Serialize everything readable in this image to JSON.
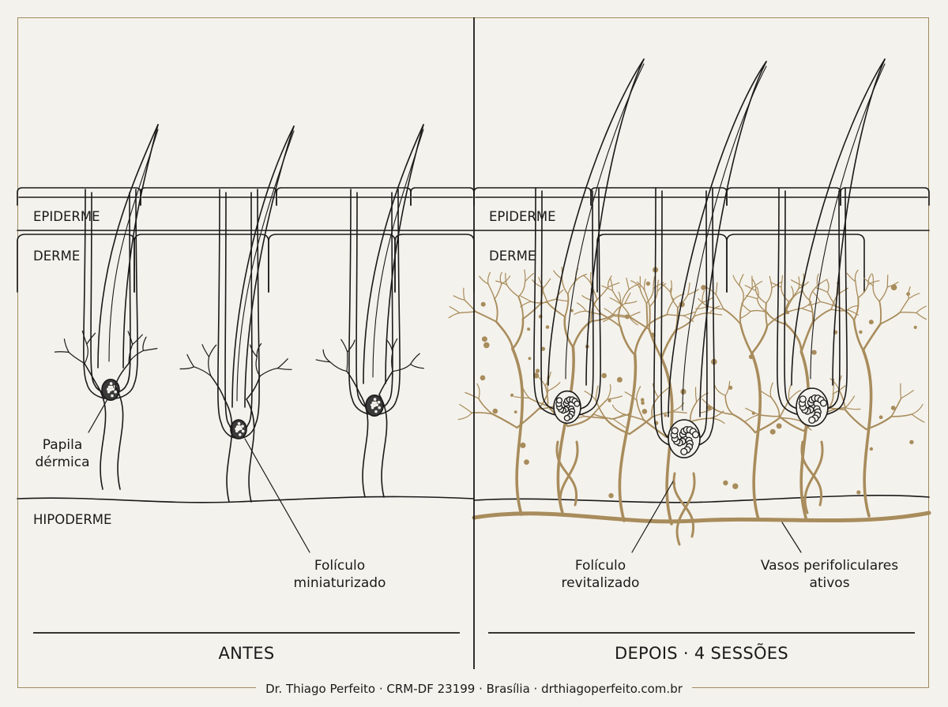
{
  "before": {
    "epidermis": "EPIDERME",
    "dermis": "DERME",
    "hypodermis": "HIPODERME",
    "papilla_callout": [
      "Papila",
      "dérmica"
    ],
    "follicle_callout": [
      "Folículo",
      "miniaturizado"
    ],
    "caption": "ANTES"
  },
  "after": {
    "epidermis": "EPIDERME",
    "dermis": "DERME",
    "follicle_callout": [
      "Folículo",
      "revitalizado"
    ],
    "vessels_callout": [
      "Vasos perifoliculares",
      "ativos"
    ],
    "caption": "DEPOIS · 4 SESSÕES"
  },
  "footer": "Dr. Thiago Perfeito · CRM-DF 23199 · Brasília · drthiagoperfeito.com.br",
  "colors": {
    "ink": "#1a1a1a",
    "vessel": "#a88c5c",
    "frame": "#a08c60",
    "background": "#f4f2ec"
  }
}
